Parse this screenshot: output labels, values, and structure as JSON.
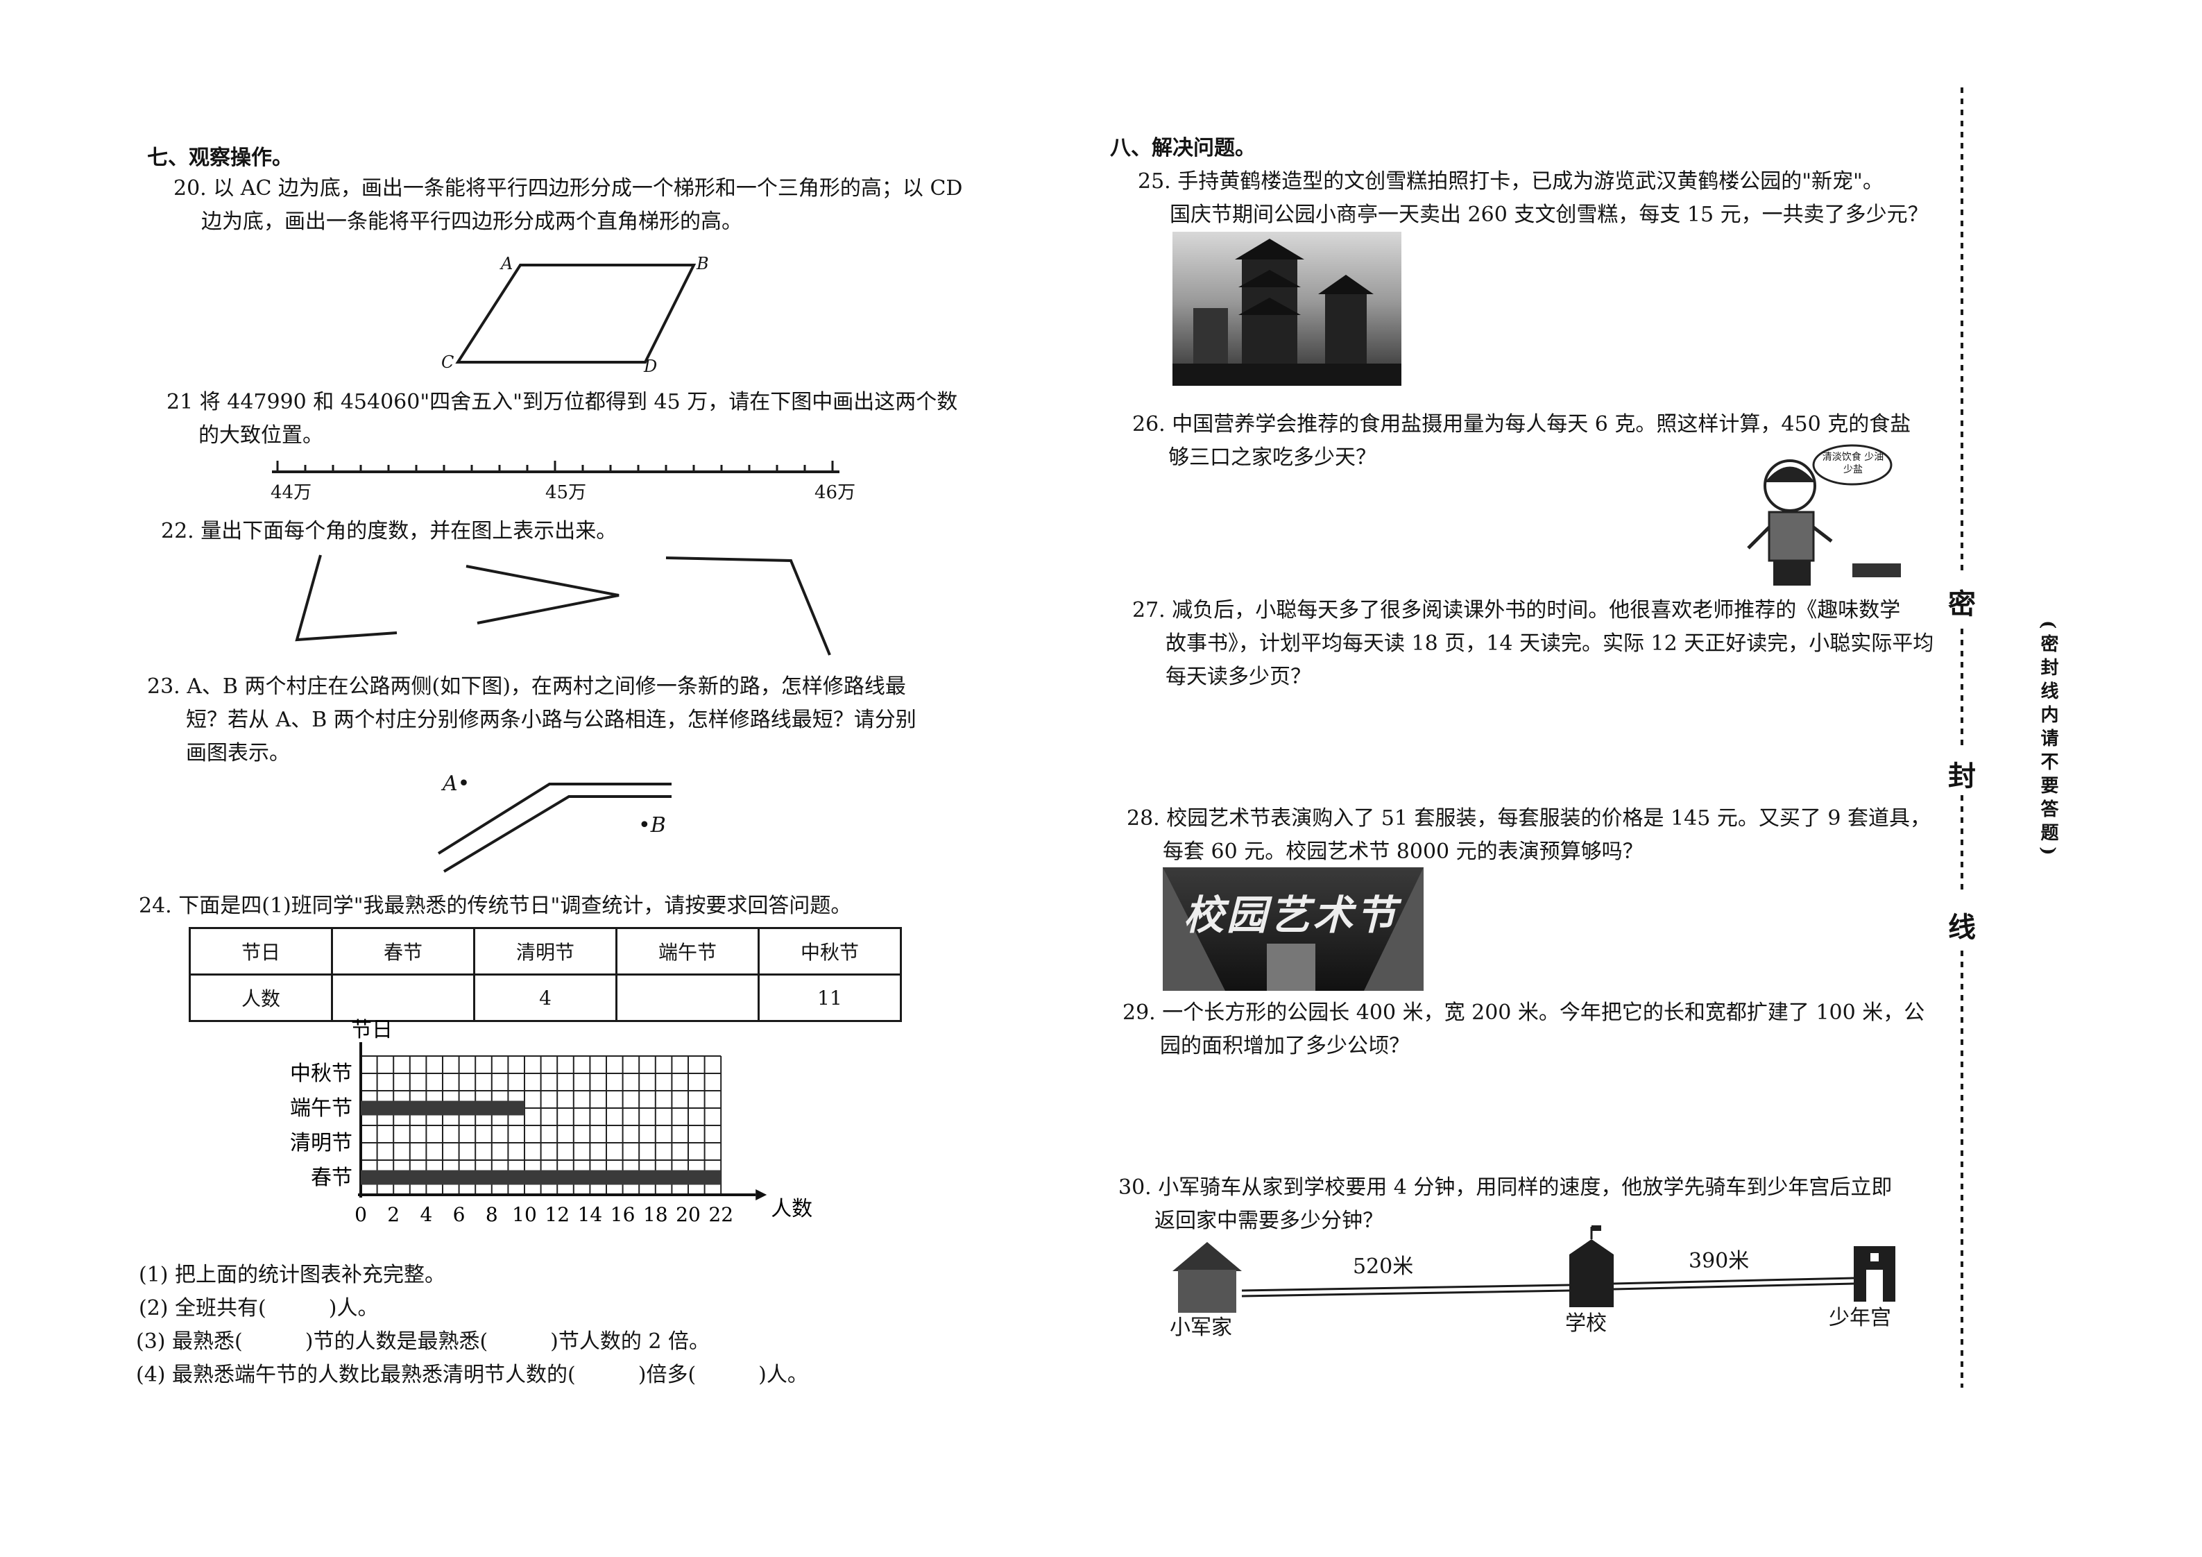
{
  "left": {
    "section7_title": "七、观察操作。",
    "q20_line1": "20. 以 AC 边为底，画出一条能将平行四边形分成一个梯形和一个三角形的高；以 CD",
    "q20_line2": "边为底，画出一条能将平行四边形分成两个直角梯形的高。",
    "q20_labels": {
      "a": "A",
      "b": "B",
      "c": "C",
      "d": "D"
    },
    "q21_line1": "21  将 447990 和 454060\"四舍五入\"到万位都得到 45 万，请在下图中画出这两个数",
    "q21_line2": "的大致位置。",
    "q21_ticks": [
      "44万",
      "45万",
      "46万"
    ],
    "q22": "22. 量出下面每个角的度数，并在图上表示出来。",
    "q23_line1": "23. A、B 两个村庄在公路两侧(如下图)，在两村之间修一条新的路，怎样修路线最",
    "q23_line2": "短？若从 A、B 两个村庄分别修两条小路与公路相连，怎样修路线最短？请分别",
    "q23_line3": "画图表示。",
    "q23_labels": {
      "a": "A•",
      "b": "•B"
    },
    "q24": "24. 下面是四(1)班同学\"我最熟悉的传统节日\"调查统计，请按要求回答问题。",
    "table": {
      "row1": [
        "节日",
        "春节",
        "清明节",
        "端午节",
        "中秋节"
      ],
      "row2": [
        "人数",
        "",
        "4",
        "",
        "11"
      ]
    },
    "q24_sub1": "(1) 把上面的统计图表补充完整。",
    "q24_sub2": "(2) 全班共有(　　　)人。",
    "q24_sub3": "(3) 最熟悉(　　　)节的人数是最熟悉(　　　)节人数的 2 倍。",
    "q24_sub4": "(4) 最熟悉端午节的人数比最熟悉清明节人数的(　　　)倍多(　　　)人。"
  },
  "chart_data": {
    "type": "bar",
    "orientation": "horizontal",
    "ylabel": "节日",
    "xlabel": "人数",
    "categories": [
      "中秋节",
      "端午节",
      "清明节",
      "春节"
    ],
    "values": [
      null,
      10,
      null,
      22
    ],
    "xticks": [
      "0",
      "2",
      "4",
      "6",
      "8",
      "10",
      "12",
      "14",
      "16",
      "18",
      "20",
      "22"
    ],
    "xlim": [
      0,
      22
    ],
    "grid": true,
    "bar_color": "#3a3a3a"
  },
  "right": {
    "section8_title": "八、解决问题。",
    "q25_line1": "25. 手持黄鹤楼造型的文创雪糕拍照打卡，已成为游览武汉黄鹤楼公园的\"新宠\"。",
    "q25_line2": "国庆节期间公园小商亭一天卖出 260 支文创雪糕，每支 15 元，一共卖了多少元？",
    "q26_line1": "26. 中国营养学会推荐的食用盐摄用量为每人每天 6 克。照这样计算，450 克的食盐",
    "q26_line2": "够三口之家吃多少天？",
    "q26_bubble": "清淡饮食 少油少盐",
    "q27_line1": "27. 减负后，小聪每天多了很多阅读课外书的时间。他很喜欢老师推荐的《趣味数学",
    "q27_line2": "故事书》，计划平均每天读 18 页，14 天读完。实际 12 天正好读完，小聪实际平均",
    "q27_line3": "每天读多少页？",
    "q28_line1": "28. 校园艺术节表演购入了 51 套服装，每套服装的价格是 145 元。又买了 9 套道具，",
    "q28_line2": "每套 60 元。校园艺术节 8000 元的表演预算够吗？",
    "q28_banner": "校园艺术节",
    "q29_line1": "29. 一个长方形的公园长 400 米，宽 200 米。今年把它的长和宽都扩建了 100 米，公",
    "q29_line2": "园的面积增加了多少公顷？",
    "q30_line1": "30. 小军骑车从家到学校要用 4 分钟，用同样的速度，他放学先骑车到少年宫后立即",
    "q30_line2": "返回家中需要多少分钟？",
    "q30_dist1": "520米",
    "q30_dist2": "390米",
    "q30_home": "小军家",
    "q30_school": "学校",
    "q30_palace": "少年宫"
  },
  "seal": {
    "mi": "密",
    "feng": "封",
    "xian": "线",
    "note": "(密封线内请不要答题)"
  }
}
